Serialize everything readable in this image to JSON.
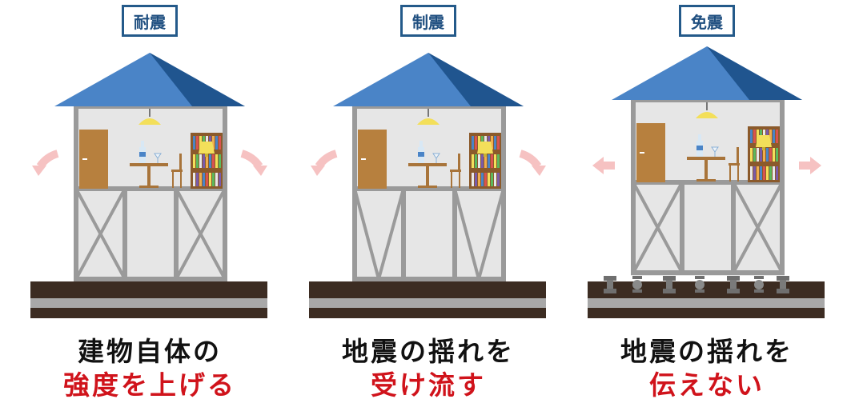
{
  "panels": [
    {
      "label": "耐震",
      "line1": "建物自体の",
      "line2": "強度を上げる",
      "base": "solid",
      "arrow_style": "curved"
    },
    {
      "label": "制震",
      "line1": "地震の揺れを",
      "line2": "受け流す",
      "base": "solid",
      "arrow_style": "curved"
    },
    {
      "label": "免震",
      "line1": "地震の揺れを",
      "line2": "伝えない",
      "base": "isolators",
      "arrow_style": "straight"
    }
  ],
  "colors": {
    "roof_light": "#4a84c7",
    "roof_dark": "#20558f",
    "frame": "#9a9a9a",
    "wall": "#e6e6e6",
    "ground": "#3c2c22",
    "ground_stripe": "#a8a8a8",
    "door": "#b7803e",
    "wood": "#a8743a",
    "lamp": "#f3df5a",
    "arrow": "#f6c2c2",
    "label_border": "#245a8a",
    "label_text": "#1f4f80",
    "highlight_text": "#d0131b"
  },
  "icons": [
    "ceiling-lamp-icon",
    "door-icon",
    "table-icon",
    "chair-icon",
    "bottle-icon",
    "glass-icon",
    "bookshelf-icon",
    "lamp-icon",
    "arrow-icon",
    "seismic-isolator-icon"
  ]
}
